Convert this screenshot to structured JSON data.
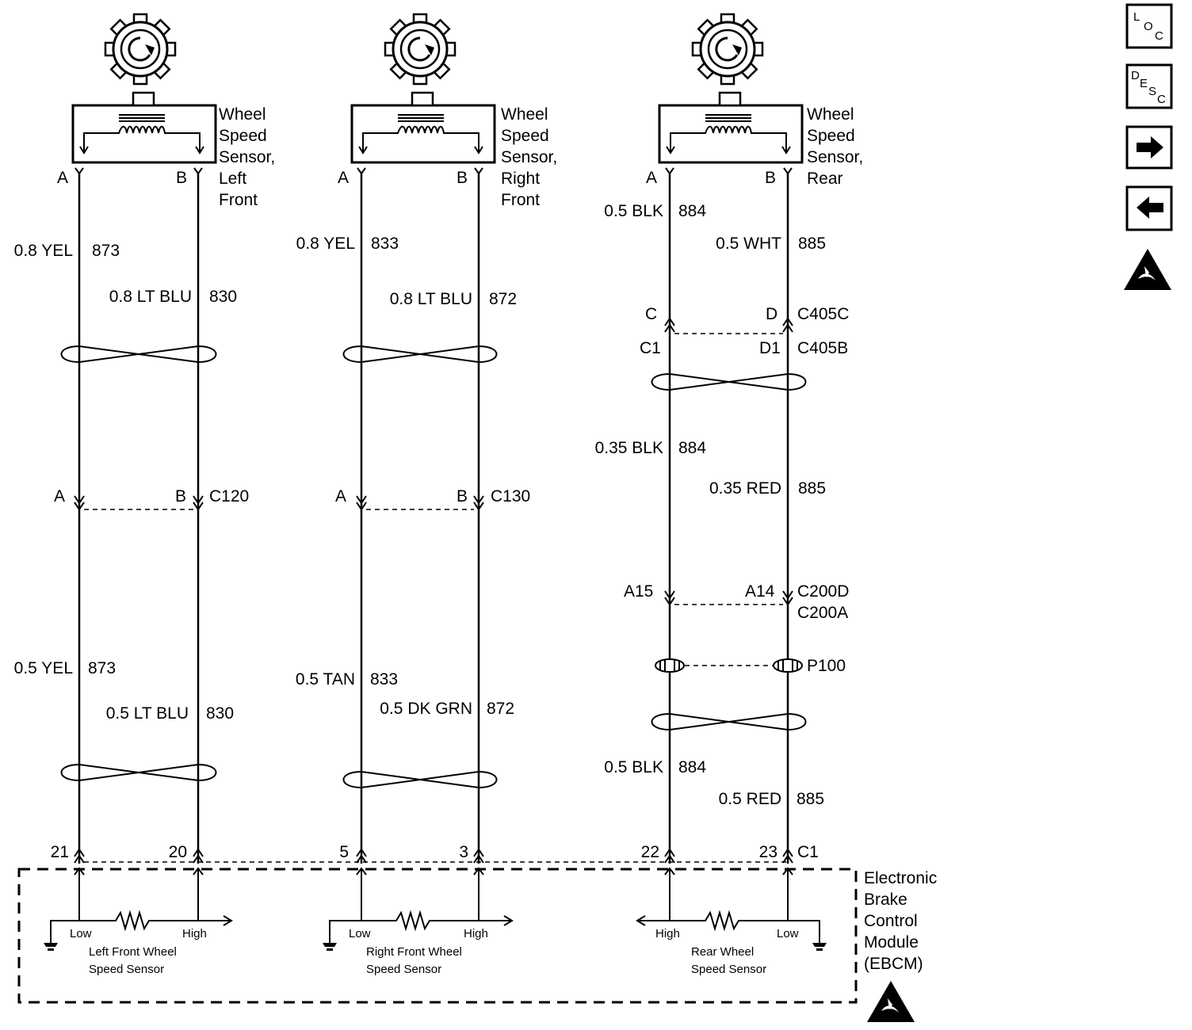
{
  "sensors": [
    {
      "label": [
        "Wheel",
        "Speed",
        "Sensor,",
        "Left",
        "Front"
      ],
      "pin_a": "A",
      "pin_b": "B"
    },
    {
      "label": [
        "Wheel",
        "Speed",
        "Sensor,",
        "Right",
        "Front"
      ],
      "pin_a": "A",
      "pin_b": "B"
    },
    {
      "label": [
        "Wheel",
        "Speed",
        "Sensor,",
        "Rear"
      ],
      "pin_a": "A",
      "pin_b": "B"
    }
  ],
  "wires": {
    "lf_upper_a": [
      "0.8 YEL",
      "873"
    ],
    "lf_upper_b": [
      "0.8 LT BLU",
      "830"
    ],
    "lf_lower_a": [
      "0.5 YEL",
      "873"
    ],
    "lf_lower_b": [
      "0.5 LT BLU",
      "830"
    ],
    "rf_upper_a": [
      "0.8 YEL",
      "833"
    ],
    "rf_upper_b": [
      "0.8 LT BLU",
      "872"
    ],
    "rf_lower_a": [
      "0.5 TAN",
      "833"
    ],
    "rf_lower_b": [
      "0.5 DK GRN",
      "872"
    ],
    "rr_1_a": [
      "0.5 BLK",
      "884"
    ],
    "rr_1_b": [
      "0.5 WHT",
      "885"
    ],
    "rr_2_a": [
      "0.35 BLK",
      "884"
    ],
    "rr_2_b": [
      "0.35 RED",
      "885"
    ],
    "rr_3_a": [
      "0.5 BLK",
      "884"
    ],
    "rr_3_b": [
      "0.5 RED",
      "885"
    ]
  },
  "connectors": {
    "c120": {
      "name": "C120",
      "a": "A",
      "b": "B"
    },
    "c130": {
      "name": "C130",
      "a": "A",
      "b": "B"
    },
    "c405": {
      "name_top": "C405C",
      "name_bottom": "C405B",
      "a_top": "C",
      "b_top": "D",
      "a_bottom": "C1",
      "b_bottom": "D1"
    },
    "c200": {
      "name_top": "C200D",
      "name_bottom": "C200A",
      "a": "A15",
      "b": "A14"
    },
    "p100": "P100",
    "c1": "C1"
  },
  "pins": {
    "lf_a": "21",
    "lf_b": "20",
    "rf_a": "5",
    "rf_b": "3",
    "rr_a": "22",
    "rr_b": "23"
  },
  "module": {
    "label": [
      "Electronic",
      "Brake",
      "Control",
      "Module",
      "(EBCM)"
    ],
    "lf_low": "Low",
    "lf_high": "High",
    "rf_low": "Low",
    "rf_high": "High",
    "rr_high": "High",
    "rr_low": "Low",
    "lf_caption": [
      "Left Front Wheel",
      "Speed Sensor"
    ],
    "rf_caption": [
      "Right Front Wheel",
      "Speed Sensor"
    ],
    "rr_caption": [
      "Rear Wheel",
      "Speed Sensor"
    ]
  },
  "side_icons": {
    "loc": [
      "L",
      "O",
      "C"
    ],
    "desc": [
      "D",
      "E",
      "S",
      "C"
    ]
  },
  "icons": [
    "location-icon",
    "description-icon",
    "next-arrow-icon",
    "previous-arrow-icon",
    "esd-warning-icon"
  ]
}
